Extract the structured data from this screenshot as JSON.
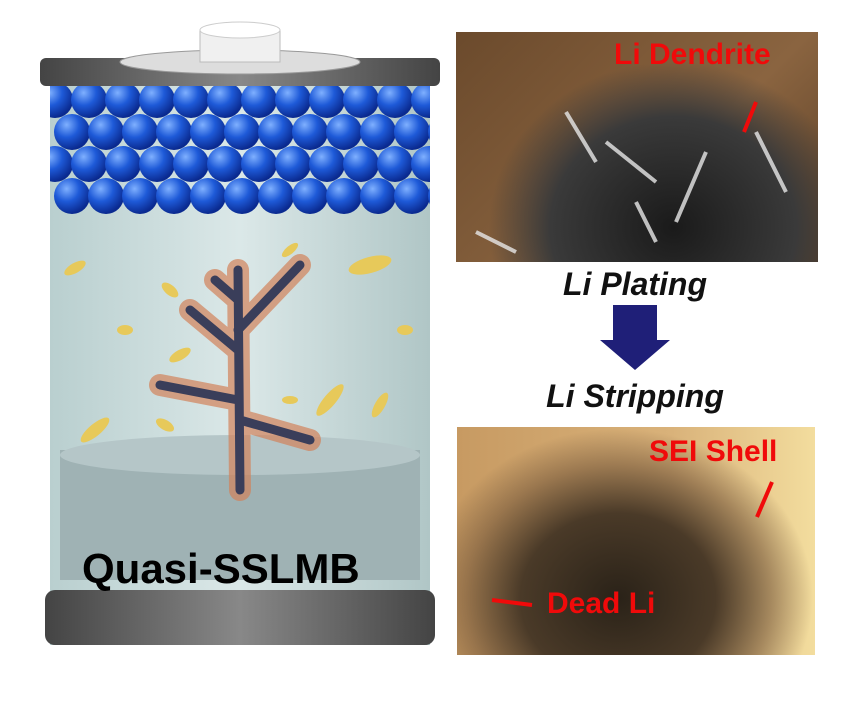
{
  "battery": {
    "label": "Quasi-SSLMB"
  },
  "top_photo": {
    "label": "Li Dendrite"
  },
  "steps": {
    "plating": "Li Plating",
    "stripping": "Li Stripping"
  },
  "bottom_photo": {
    "labels": {
      "sei": "SEI Shell",
      "dead": "Dead Li"
    }
  },
  "colors": {
    "arrow": "#1f1f78",
    "label_red": "#f00a0a",
    "spheres": "#1e5ad8"
  }
}
